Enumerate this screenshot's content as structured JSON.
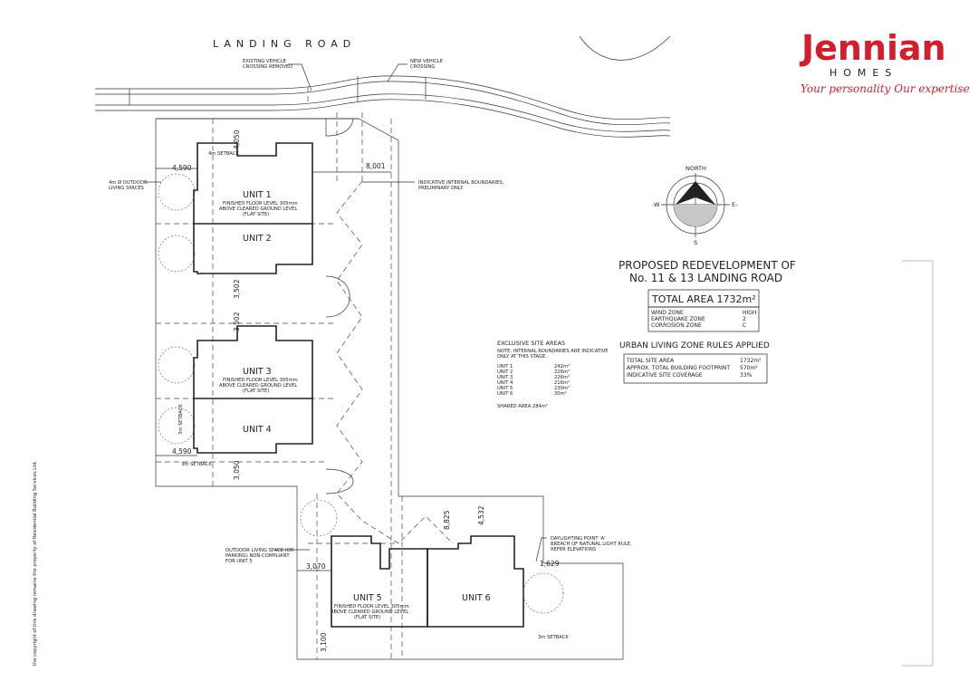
{
  "road_name": "LANDING ROAD",
  "brand": {
    "name": "Jennian",
    "sub": "HOMES",
    "tagline": "Your personality Our expertise"
  },
  "project": {
    "title_line1": "PROPOSED REDEVELOPMENT OF",
    "title_line2": "No. 11 & 13 LANDING ROAD",
    "total_area": "TOTAL AREA 1732m²"
  },
  "zones": [
    {
      "name": "WIND ZONE",
      "value": "HIGH"
    },
    {
      "name": "EARTHQUAKE ZONE",
      "value": "2"
    },
    {
      "name": "CORROSION ZONE",
      "value": "C"
    }
  ],
  "urban_rules": {
    "heading": "URBAN LIVING ZONE RULES APPLIED",
    "rows": [
      {
        "name": "TOTAL SITE AREA",
        "value": "1732m²"
      },
      {
        "name": "APPROX. TOTAL BUILDING FOOTPRINT",
        "value": "570m²"
      },
      {
        "name": "INDICATIVE SITE COVERAGE",
        "value": "33%"
      }
    ]
  },
  "exclusive_areas": {
    "heading": "EXCLUSIVE SITE AREAS",
    "note1": "NOTE: INTERNAL BOUNDARIES ARE INDICATIVE",
    "note2": "ONLY AT THIS STAGE.",
    "rows": [
      {
        "name": "UNIT 1",
        "value": "242m²"
      },
      {
        "name": "UNIT 2",
        "value": "226m²"
      },
      {
        "name": "UNIT 3",
        "value": "226m²"
      },
      {
        "name": "UNIT 4",
        "value": "216m²"
      },
      {
        "name": "UNIT 5",
        "value": "230m²"
      },
      {
        "name": "UNIT 6",
        "value": "30m²"
      }
    ],
    "shared": "SHARED AREA 284m²"
  },
  "units": {
    "u1": "UNIT 1",
    "u2": "UNIT 2",
    "u3": "UNIT 3",
    "u4": "UNIT 4",
    "u5": "UNIT 5",
    "u6": "UNIT 6",
    "ffl1": "FINISHED FLOOR LEVEL 305mm",
    "ffl2": "ABOVE CLEARED GROUND LEVEL",
    "ffl3": "(FLAT SITE)"
  },
  "dims": [
    "4,050",
    "4,590",
    "8,001",
    "3,502",
    "3,502",
    "4,590",
    "3,050",
    "8,825",
    "4,532",
    "3,070",
    "1,629",
    "3,100"
  ],
  "notes": {
    "existing_crossing_1": "EXISTING VEHICLE",
    "existing_crossing_2": "CROSSING REMOVED",
    "new_crossing_1": "NEW VEHICLE",
    "new_crossing_2": "CROSSING",
    "setback_4m": "4m SETBACK",
    "setback_3m_a": "3m SETBACK",
    "setback_3m_b": "3m SETBACK",
    "setback_3m_side": "3m SETBACK",
    "outdoor_1": "4m Ø OUTDOOR",
    "outdoor_2": "LIVING SPACES",
    "indicative_1": "INDICATIVE INTERNAL BOUNDARIES,",
    "indicative_2": "PRELIMINARY ONLY.",
    "daylight_1": "DAYLIGHTING POINT 'A'",
    "daylight_2": "BREACH OF NATURAL LIGHT RULE.",
    "daylight_3": "REFER ELEVATIONS",
    "outdoor5_1": "OUTDOOR LIVING SPACE (OR",
    "outdoor5_2": "PARKING) NON-COMPLIANT",
    "outdoor5_3": "FOR UNIT 5"
  },
  "compass": {
    "north": "NORTH",
    "w": "-W",
    "e": "E-",
    "s": "S"
  },
  "copyright": "the copyright of this drawing remains the property of Residential Building Services Ltd."
}
